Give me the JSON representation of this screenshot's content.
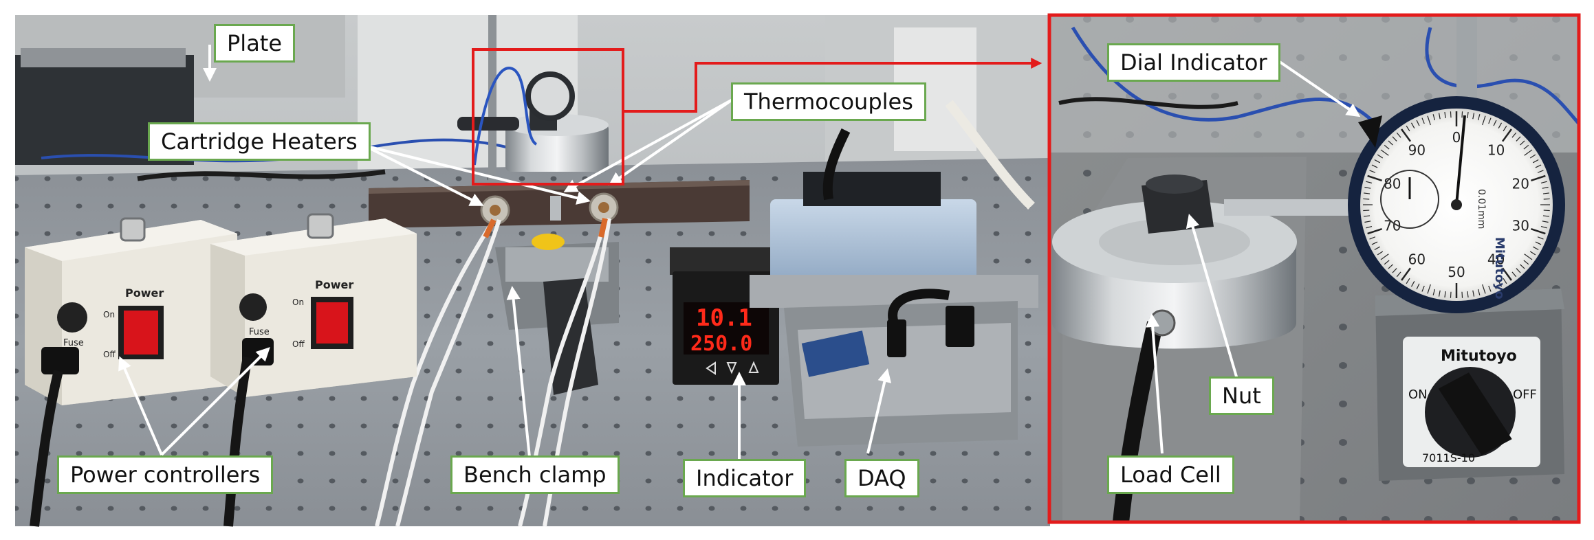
{
  "labels": {
    "plate": "Plate",
    "cartridge_heaters": "Cartridge Heaters",
    "thermocouples": "Thermocouples",
    "power_controllers": "Power controllers",
    "bench_clamp": "Bench clamp",
    "indicator": "Indicator",
    "daq": "DAQ",
    "dial_indicator": "Dial Indicator",
    "nut": "Nut",
    "load_cell": "Load Cell"
  },
  "device_text": {
    "power_left": "Power",
    "power_right": "Power",
    "on_left": "On",
    "off_left": "Off",
    "fuse_left": "Fuse",
    "on_right": "On",
    "off_right": "Off",
    "fuse_right": "Fuse",
    "indicator_top": "10.1",
    "indicator_bottom": "250.0",
    "base_brand": "Mitutoyo",
    "base_off": "OFF",
    "base_on": "ON",
    "base_code": "7011S-10",
    "dial_brand": "Mitutoyo",
    "dial_unit": "0.01mm"
  },
  "dial_numbers": [
    "0",
    "10",
    "20",
    "30",
    "40",
    "50",
    "60",
    "70",
    "80",
    "90"
  ],
  "colors": {
    "label_border": "#6aa84f",
    "highlight_box": "#e31b1b",
    "callout_arrow": "#ffffff",
    "indicator_digits": "#ff2a1a",
    "heater_wire": "#d96a2b",
    "rocker_switch": "#d8141b"
  }
}
